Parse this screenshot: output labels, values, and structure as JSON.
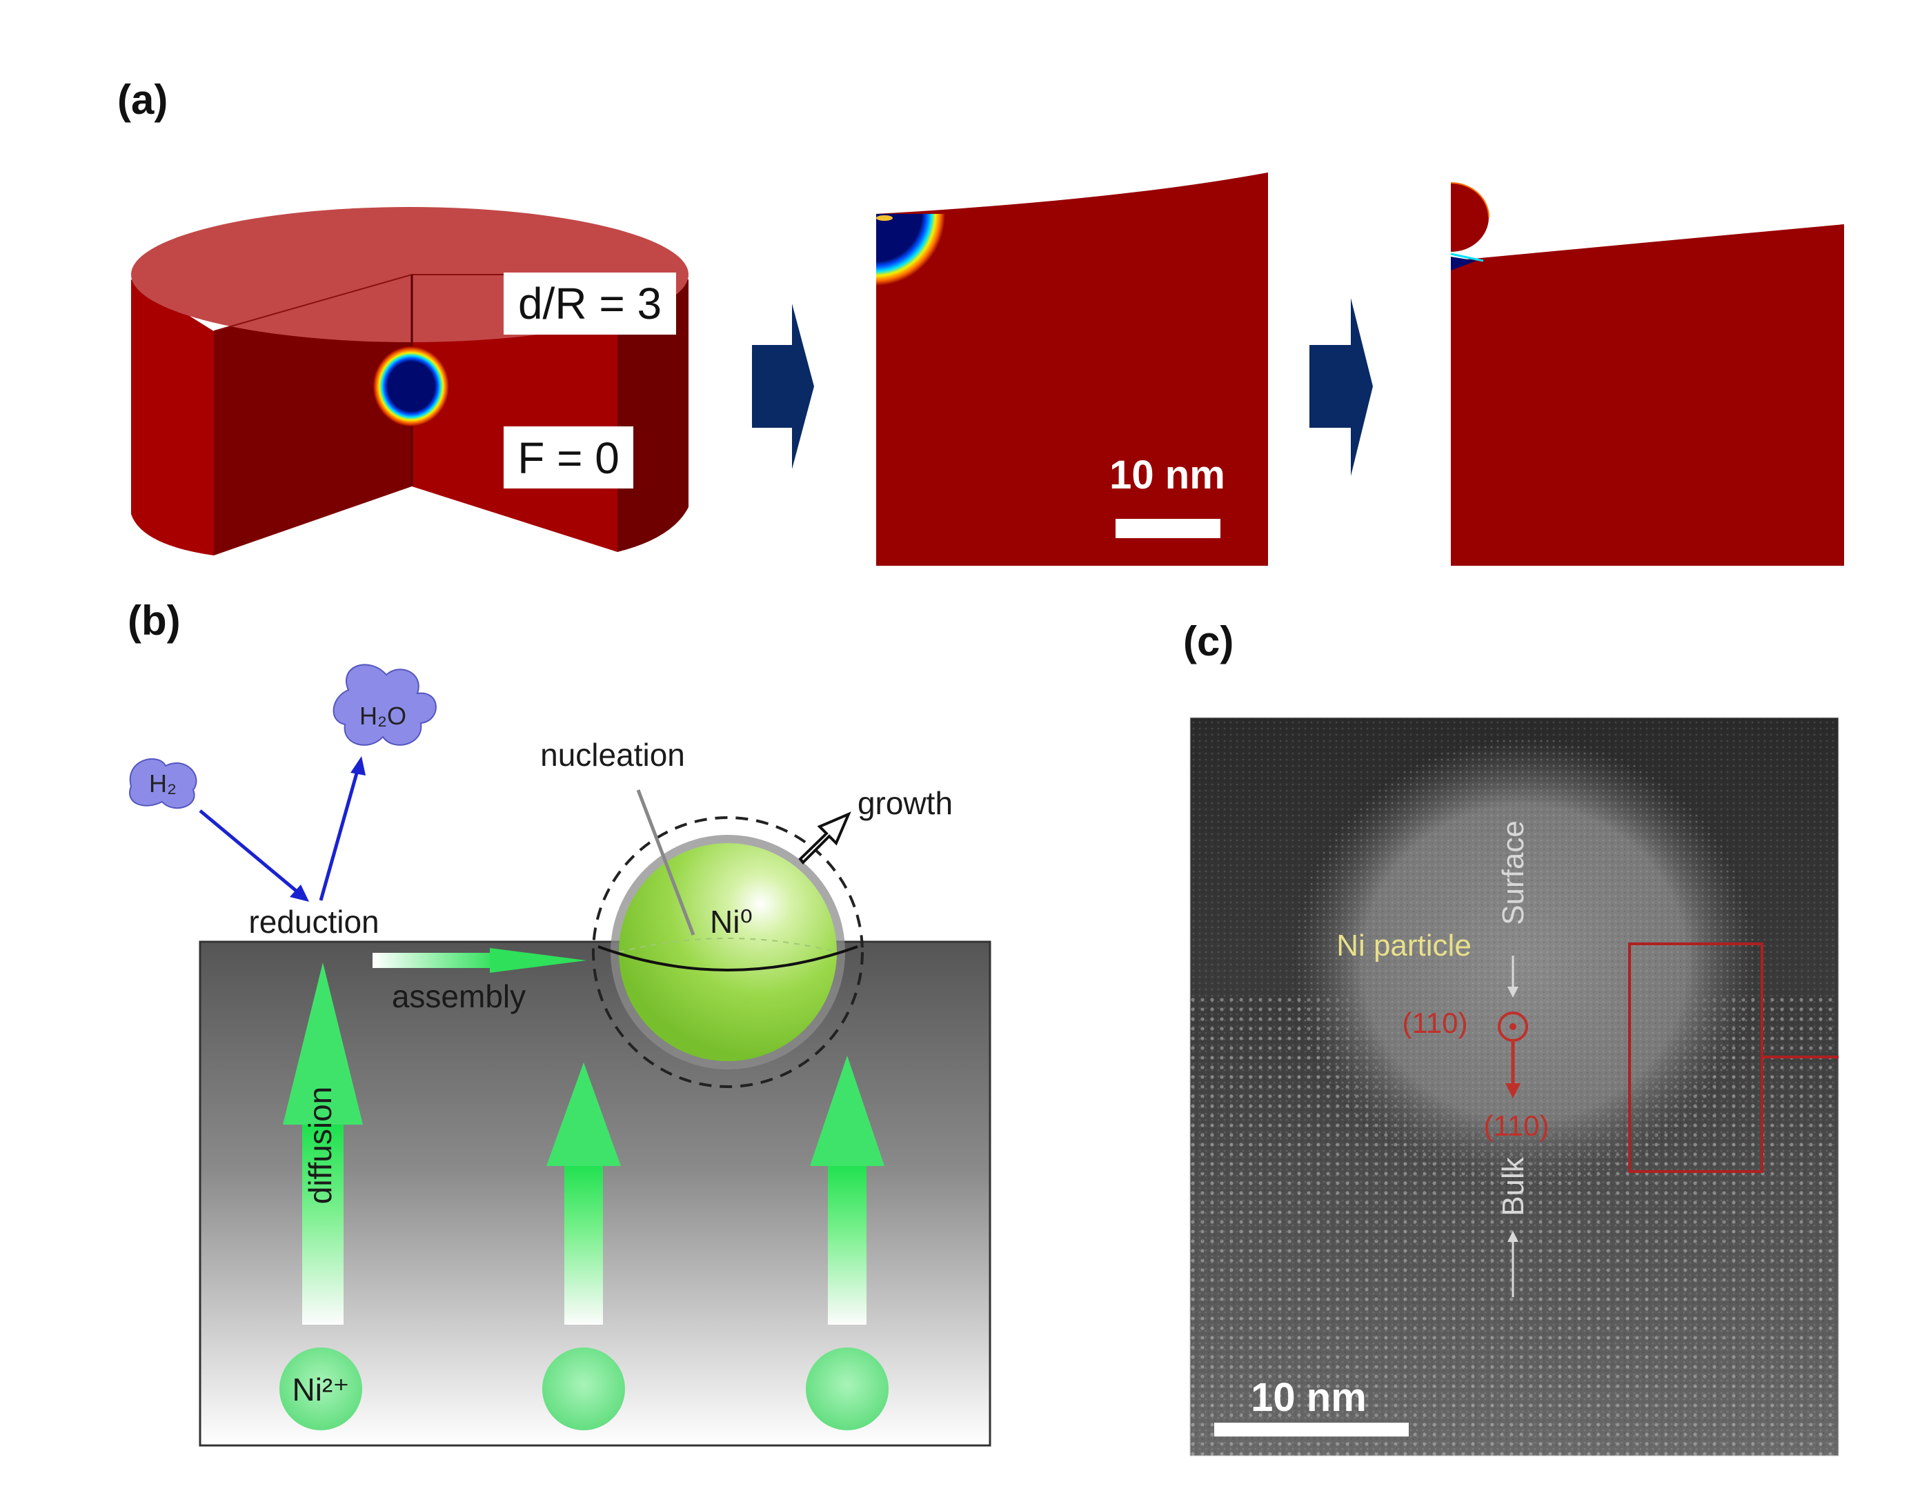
{
  "panels": {
    "a": {
      "label": "(a)",
      "box_ratio": "d/R = 3",
      "box_force": "F = 0",
      "scale_bar": "10 nm"
    },
    "b": {
      "label": "(b)",
      "molecule_h2": "H₂",
      "molecule_h2o": "H₂O",
      "reduction": "reduction",
      "nucleation": "nucleation",
      "growth": "growth",
      "assembly": "assembly",
      "diffusion": "diffusion",
      "particle": "Ni⁰",
      "ion": "Ni²⁺"
    },
    "c": {
      "label": "(c)",
      "particle_label": "Ni particle",
      "surface": "Surface",
      "bulk": "Bulk",
      "plane_top": "(110)",
      "plane_bottom": "(110)",
      "scale_bar": "10 nm"
    }
  },
  "colors": {
    "matrix_red": "#990000",
    "matrix_top": "#c24848",
    "inclusion_blue": "#000a6e",
    "arrow_navy": "#0a2a66",
    "nickel_green": "#8cd43c",
    "ion_green": "#6fe38a",
    "molecule_blue": "#8c8ce8",
    "annotation_red": "#c0302a"
  }
}
